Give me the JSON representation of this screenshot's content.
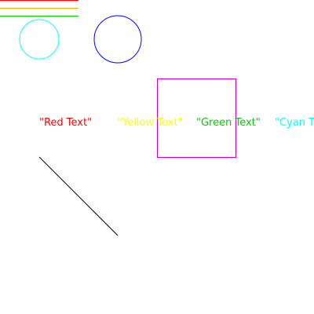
{
  "colors": {
    "background": "#ffffff",
    "red": "#ff0000",
    "yellow": "#ffff00",
    "green": "#00cc00",
    "cyan": "#00ffff",
    "blue": "#0000ff",
    "magenta": "#cc00cc",
    "black": "#000000"
  },
  "labels": {
    "red": "\"Red Text\"",
    "yellow": "\"Yellow Text\"",
    "green": "\"Green Text\"",
    "cyan": "\"Cyan Text\""
  }
}
